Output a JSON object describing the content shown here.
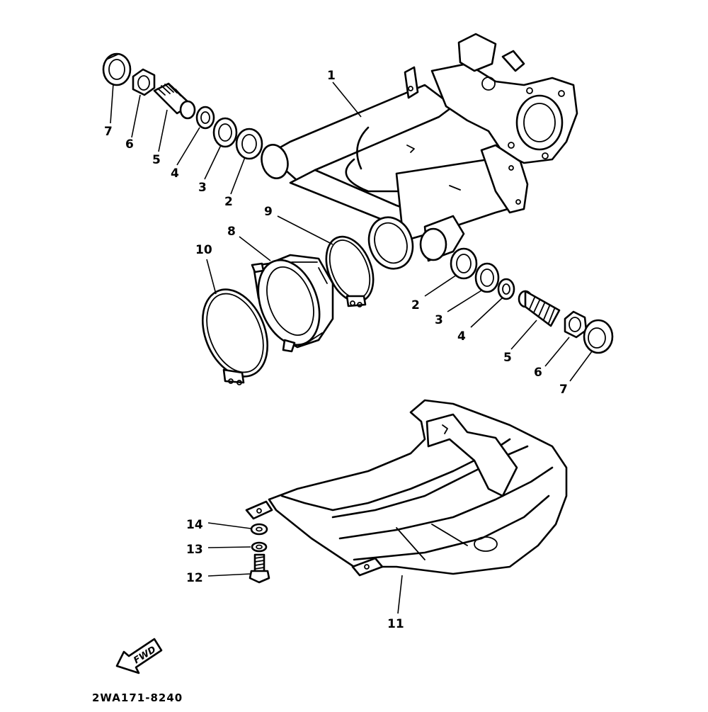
{
  "diagram": {
    "part_labels": {
      "p1": "1",
      "p2a": "2",
      "p3a": "3",
      "p4a": "4",
      "p5a": "5",
      "p6a": "6",
      "p7a": "7",
      "p2b": "2",
      "p3b": "3",
      "p4b": "4",
      "p5b": "5",
      "p6b": "6",
      "p7b": "7",
      "p8": "8",
      "p9": "9",
      "p10": "10",
      "p11": "11",
      "p12": "12",
      "p13": "13",
      "p14": "14"
    },
    "fwd_label": "FWD",
    "drawing_code": "2WA171-8240"
  }
}
